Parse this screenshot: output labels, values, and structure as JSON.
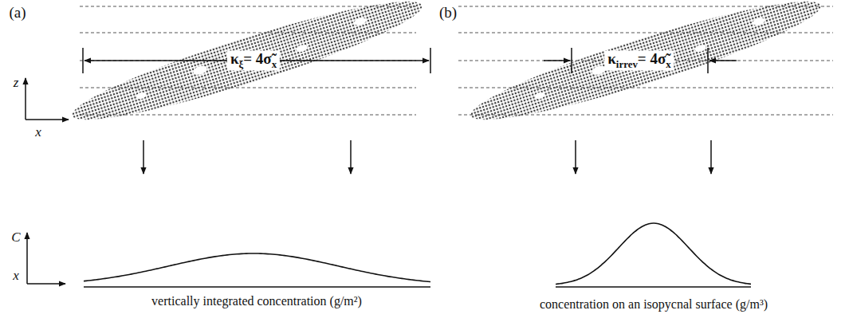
{
  "diagram": {
    "labels": [
      "(a)",
      "(b)",
      "κ",
      "ξ",
      "= 4σ̃",
      "x",
      "κ",
      "irrev",
      "= 4σ̃",
      "x",
      "z",
      "x",
      "C",
      "x",
      "vertically integrated concentration (g/m²)",
      "concentration on an isopycnal surface (g/m³)"
    ]
  }
}
